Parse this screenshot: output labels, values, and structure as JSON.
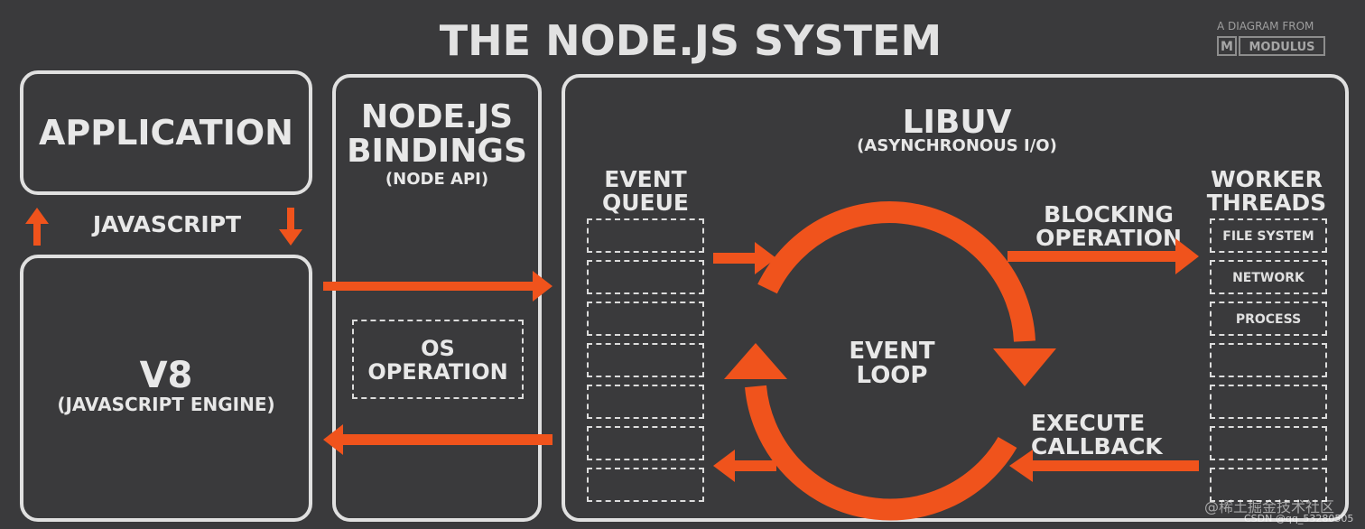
{
  "title": "THE NODE.JS SYSTEM",
  "badge": {
    "caption": "A DIAGRAM FROM",
    "logo_letter": "M",
    "brand": "MODULUS"
  },
  "application": {
    "label": "APPLICATION"
  },
  "javascript": {
    "label": "JAVASCRIPT"
  },
  "v8": {
    "label": "V8",
    "sublabel": "(JAVASCRIPT ENGINE)"
  },
  "bindings": {
    "line1": "NODE.JS",
    "line2": "BINDINGS",
    "sublabel": "(NODE API)"
  },
  "os_operation": {
    "line1": "OS",
    "line2": "OPERATION"
  },
  "libuv": {
    "label": "LIBUV",
    "sublabel": "(ASYNCHRONOUS I/O)"
  },
  "event_queue": {
    "line1": "EVENT",
    "line2": "QUEUE"
  },
  "event_loop": {
    "line1": "EVENT",
    "line2": "LOOP"
  },
  "blocking": {
    "line1": "BLOCKING",
    "line2": "OPERATION"
  },
  "execute": {
    "line1": "EXECUTE",
    "line2": "CALLBACK"
  },
  "worker_threads": {
    "line1": "WORKER",
    "line2": "THREADS",
    "items": [
      "FILE SYSTEM",
      "NETWORK",
      "PROCESS"
    ]
  },
  "watermark": {
    "line1": "@稀土掘金技术社区",
    "line2": "CSDN @qq_53280505"
  },
  "colors": {
    "arrow": "#f0531c",
    "border": "#e0e0e0",
    "background": "#3a3a3c"
  }
}
